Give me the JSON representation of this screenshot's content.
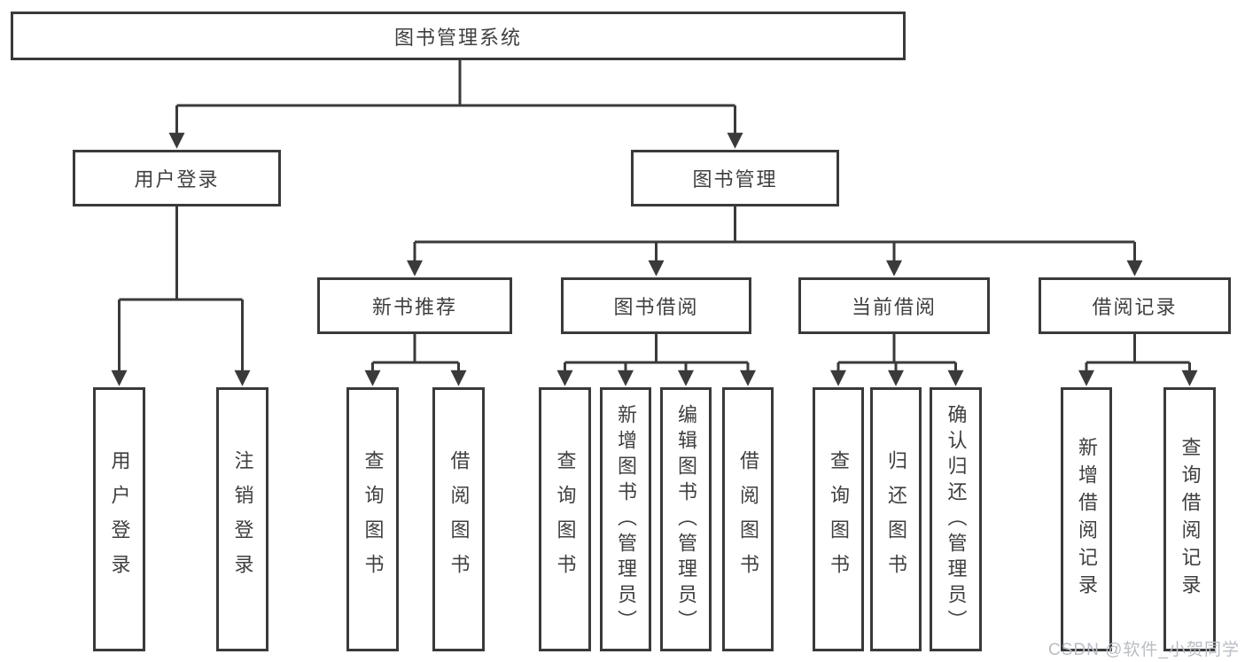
{
  "diagram": {
    "root": {
      "label": "图书管理系统"
    },
    "level2": [
      {
        "key": "user-login",
        "label": "用户登录",
        "parent": "图书管理系统"
      },
      {
        "key": "book-management",
        "label": "图书管理",
        "parent": "图书管理系统"
      }
    ],
    "level3": [
      {
        "key": "new-book-recommendation",
        "label": "新书推荐",
        "parent": "图书管理"
      },
      {
        "key": "book-borrowing",
        "label": "图书借阅",
        "parent": "图书管理"
      },
      {
        "key": "current-borrowing",
        "label": "当前借阅",
        "parent": "图书管理"
      },
      {
        "key": "borrowing-records",
        "label": "借阅记录",
        "parent": "图书管理"
      }
    ],
    "level4": [
      {
        "key": "user-login-leaf",
        "label": "用户登录",
        "parent": "用户登录"
      },
      {
        "key": "logout",
        "label": "注销登录",
        "parent": "用户登录"
      },
      {
        "key": "query-books-recommend",
        "label": "查询图书",
        "parent": "新书推荐"
      },
      {
        "key": "borrow-books-recommend",
        "label": "借阅图书",
        "parent": "新书推荐"
      },
      {
        "key": "query-books-borrow",
        "label": "查询图书",
        "parent": "图书借阅"
      },
      {
        "key": "add-books-admin",
        "label": "新增图书（管理员）",
        "parent": "图书借阅"
      },
      {
        "key": "edit-books-admin",
        "label": "编辑图书（管理员）",
        "parent": "图书借阅"
      },
      {
        "key": "borrow-books-borrow",
        "label": "借阅图书",
        "parent": "图书借阅"
      },
      {
        "key": "query-books-current",
        "label": "查询图书",
        "parent": "当前借阅"
      },
      {
        "key": "return-books",
        "label": "归还图书",
        "parent": "当前借阅"
      },
      {
        "key": "confirm-return-admin",
        "label": "确认归还（管理员）",
        "parent": "当前借阅"
      },
      {
        "key": "add-borrow-record",
        "label": "新增借阅记录",
        "parent": "借阅记录"
      },
      {
        "key": "query-borrow-record",
        "label": "查询借阅记录",
        "parent": "借阅记录"
      }
    ],
    "watermark": "CSDN @软件_小贺同学",
    "colors": {
      "line": "#3a3a3a",
      "box_border": "#3a3a3a",
      "text": "#3f3f3f",
      "watermark": "#b9bdc4",
      "background": "#ffffff"
    }
  }
}
